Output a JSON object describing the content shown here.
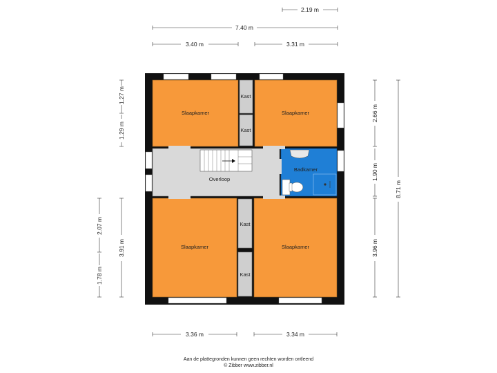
{
  "rooms": {
    "slaapkamer_tl": "Slaapkamer",
    "slaapkamer_tr": "Slaapkamer",
    "slaapkamer_bl": "Slaapkamer",
    "slaapkamer_br": "Slaapkamer",
    "kast_1": "Kast",
    "kast_2": "Kast",
    "kast_3": "Kast",
    "kast_4": "Kast",
    "badkamer": "Badkamer",
    "overloop": "Overloop"
  },
  "dimensions": {
    "top_small": "2.19 m",
    "top_total": "7.40 m",
    "top_left": "3.40 m",
    "top_right": "3.31 m",
    "bottom_left": "3.36 m",
    "bottom_right": "3.34 m",
    "left_upper_1": "1.27 m",
    "left_upper_2": "1.29 m",
    "left_lower_outer_1": "2.07 m",
    "left_lower_outer_2": "1.78 m",
    "left_lower_inner": "3.91 m",
    "right_1": "2.66 m",
    "right_2": "1.90 m",
    "right_3": "3.96 m",
    "right_total": "8.71 m"
  },
  "colors": {
    "bedroom": "#f7993a",
    "bathroom": "#1f7fd6",
    "landing": "#d9d9d9",
    "closet": "#cfcfcf",
    "wall": "#111111"
  },
  "footer": {
    "line1": "Aan de plattegronden kunnen geen rechten worden ontleend",
    "line2": "© Zibber www.zibber.nl"
  }
}
